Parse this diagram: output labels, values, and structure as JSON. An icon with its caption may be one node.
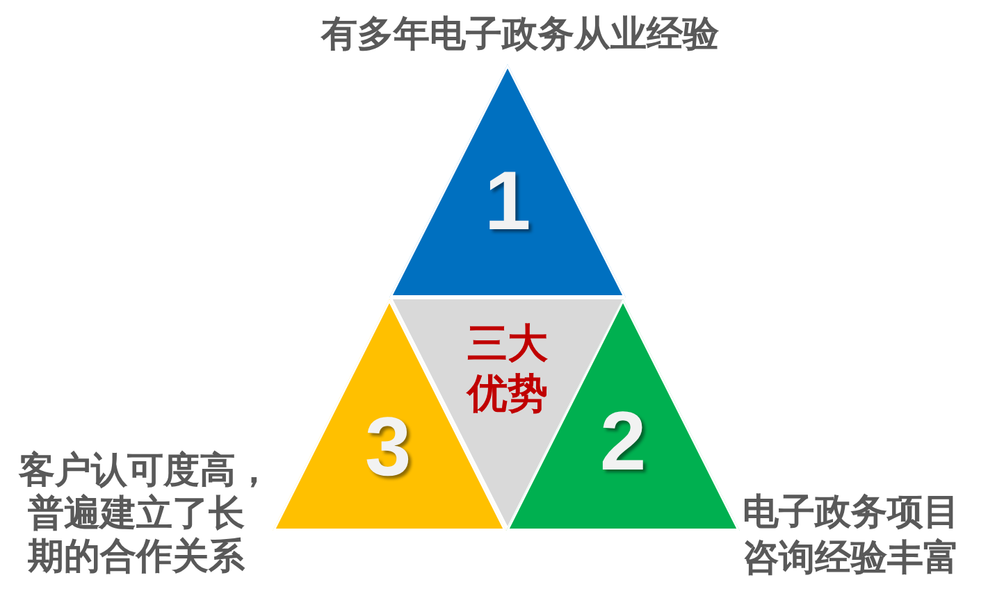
{
  "diagram": {
    "nodes": [
      {
        "text": [
          "1"
        ],
        "beside": [
          "有多年电子政务从业经验"
        ]
      },
      {
        "text": [
          "3"
        ],
        "beside": [
          "客户认可度高，普遍建立了长期的合作关系"
        ]
      },
      {
        "text": [
          "三大优势"
        ]
      },
      {
        "text": [
          "2"
        ],
        "beside": [
          "电子政务项目咨询经验丰富"
        ]
      }
    ]
  }
}
